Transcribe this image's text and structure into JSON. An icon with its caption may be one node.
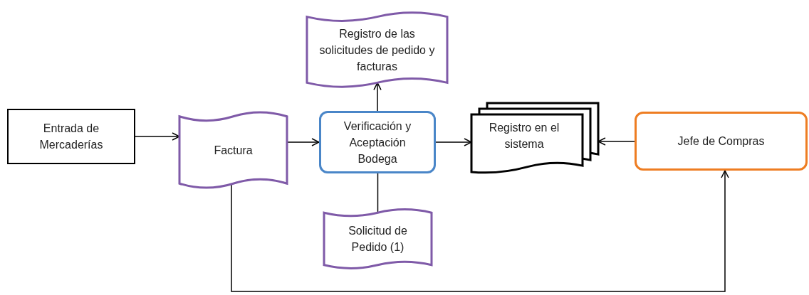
{
  "diagram": {
    "nodes": [
      {
        "text": [
          "Entrada de Mercaderías"
        ]
      },
      {
        "text": [
          "Factura"
        ]
      },
      {
        "text": [
          "Registro de las solicitudes de pedido y facturas"
        ]
      },
      {
        "text": [
          "Verificación y Aceptación Bodega"
        ]
      },
      {
        "text": [
          "Registro en el sistema"
        ]
      },
      {
        "text": [
          "Jefe de Compras"
        ]
      },
      {
        "text": [
          "Solicitud de Pedido (1)"
        ]
      }
    ],
    "edges": [
      {
        "from": 0,
        "to": 1,
        "arrow": "to"
      },
      {
        "from": 1,
        "to": 3,
        "arrow": "to"
      },
      {
        "from": 3,
        "to": 2,
        "arrow": "to"
      },
      {
        "from": 3,
        "to": 4,
        "arrow": "to"
      },
      {
        "from": 5,
        "to": 4,
        "arrow": "to"
      },
      {
        "from": 6,
        "to": 3,
        "arrow": "none"
      },
      {
        "from": 1,
        "to": 5,
        "arrow": "to"
      }
    ]
  }
}
